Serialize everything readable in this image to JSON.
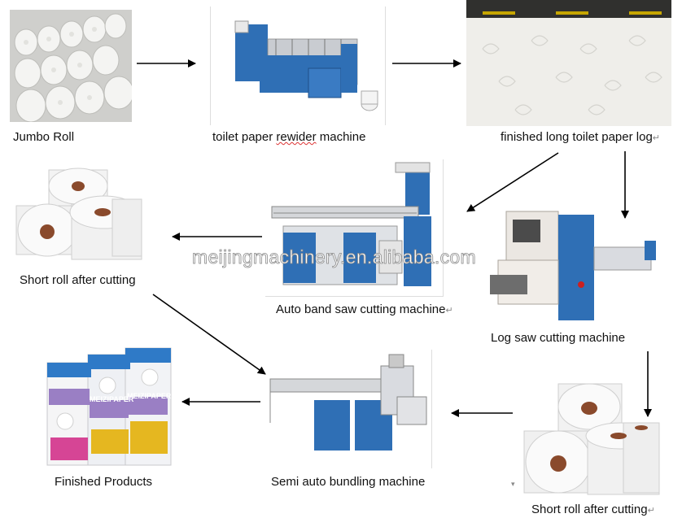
{
  "watermark": "meijingmachinery.en.alibaba.com",
  "nodes": {
    "jumbo_roll": "Jumbo Roll",
    "rewinder": "toilet paper rewider machine",
    "rewinder_a": "toilet paper ",
    "rewinder_b": "rewider",
    "rewinder_c": " machine",
    "log": "finished long toilet paper log",
    "band_saw": "Auto band saw cutting machine",
    "short_roll_1": "Short roll after cutting",
    "log_saw": "Log saw cutting machine",
    "bundling": "Semi auto bundling machine",
    "finished": "Finished Products",
    "short_roll_2": "Short roll after cutting"
  },
  "return_mark": "↵",
  "package_brand": "MEIZIPAPER",
  "colors": {
    "machine_blue": "#2f6fb5",
    "arrow": "#000000"
  }
}
